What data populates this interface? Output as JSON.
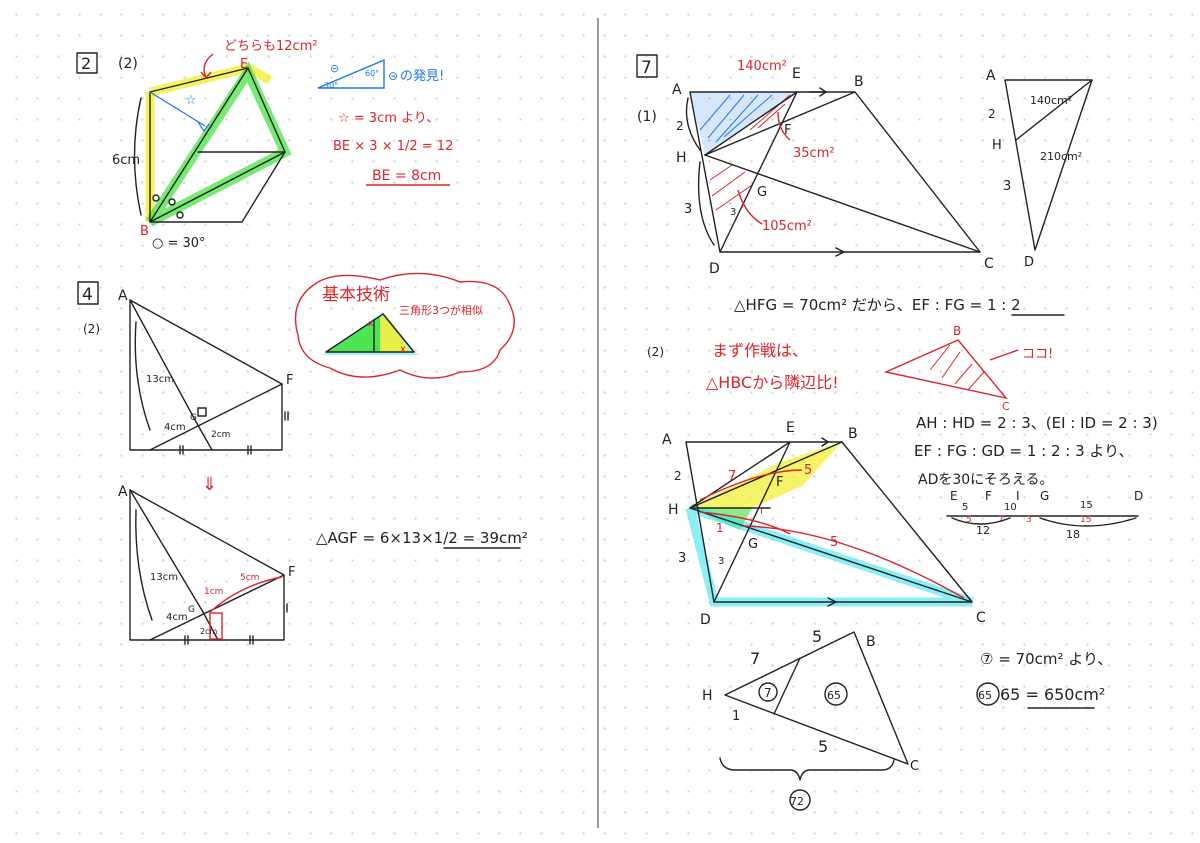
{
  "left": {
    "p2": {
      "number": "2",
      "sub": "(2)",
      "note_both": "どちらも12cm²",
      "label_E": "E",
      "label_B": "B",
      "side_6cm": "6cm",
      "angle": "○ = 30°",
      "discovery": "の発見!",
      "tri_60": "60°",
      "tri_30": "30°",
      "star_eq": "☆ = 3cm より、",
      "be_calc": "BE × 3 × 1/2 = 12",
      "be_result": "BE = 8cm"
    },
    "p4": {
      "number": "4",
      "sub": "(2)",
      "label_A": "A",
      "label_F": "F",
      "label_G": "G",
      "len_13": "13cm",
      "len_4": "4cm",
      "len_2": "2cm",
      "len_1": "1cm",
      "len_5": "5cm",
      "bubble_title": "基本技術",
      "bubble_note": "三角形3つが相似",
      "area_calc": "△AGF = 6×13×1/2 = 39cm²",
      "arrow": "⇓"
    }
  },
  "right": {
    "p7": {
      "number": "7",
      "q1": "(1)",
      "q2": "(2)",
      "A": "A",
      "E": "E",
      "B": "B",
      "F": "F",
      "H": "H",
      "G": "G",
      "D": "D",
      "C": "C",
      "area_140": "140cm²",
      "area_35": "35cm²",
      "area_105": "105cm²",
      "area_210": "210cm²",
      "n2": "2",
      "n3": "3",
      "hfg_line": "△HFG = 70cm² だから、EF : FG = 1 : 2",
      "strategy1": "まず作戦は、",
      "strategy2": "△HBCから隣辺比!",
      "koko": "ココ!",
      "ratio1": "AH : HD = 2 : 3、(EI : ID = 2 : 3)",
      "ratio2": "EF : FG : GD = 1 : 2 : 3 より、",
      "ad30": "ADを30にそろえる。",
      "seg_labels": [
        "E",
        "F",
        "I",
        "G",
        "D"
      ],
      "seg_nums": [
        "5",
        "10",
        "15"
      ],
      "seg_red": [
        "5",
        "7",
        "3",
        "15"
      ],
      "seg_under": [
        "12",
        "18"
      ],
      "n7": "7",
      "n5": "5",
      "n1": "1",
      "circ7": "7",
      "circ65": "65",
      "circ72": "72",
      "eq1": "⑦ = 70cm² より、",
      "eq2": "65 = 650cm²"
    }
  },
  "colors": {
    "ink": "#222222",
    "red": "#d9262c",
    "blue": "#1e78e6",
    "green": "#3ee03a",
    "yellow": "#f2ee2a",
    "cyan": "#3ce6ee"
  }
}
